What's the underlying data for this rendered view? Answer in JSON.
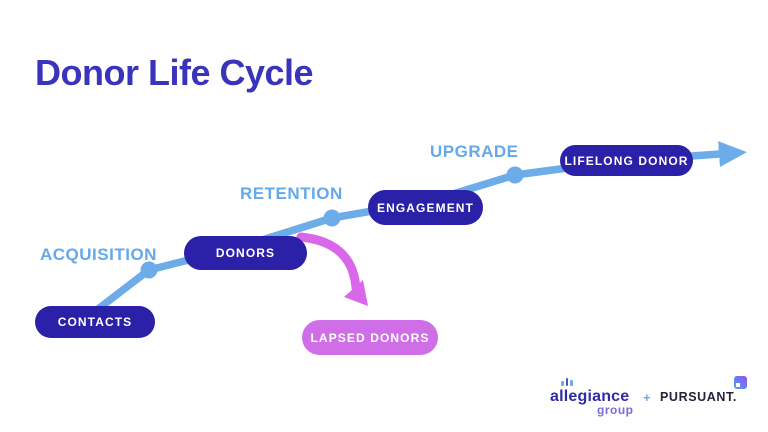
{
  "title": "Donor Life Cycle",
  "colors": {
    "title": "#3a34bc",
    "stage_pill": "#2b21a8",
    "pill_text": "#ffffff",
    "flow_line": "#6cace9",
    "phase_label": "#64a9ea",
    "lapsed_pill": "#d06ee8",
    "lapsed_arrow": "#d967e9"
  },
  "flow": {
    "stages": [
      {
        "label": "CONTACTS"
      },
      {
        "label": "DONORS"
      },
      {
        "label": "ENGAGEMENT"
      },
      {
        "label": "LIFELONG DONOR"
      }
    ],
    "phases": [
      {
        "label": "ACQUISITION"
      },
      {
        "label": "RETENTION"
      },
      {
        "label": "UPGRADE"
      }
    ],
    "branch": {
      "label": "LAPSED DONORS"
    }
  },
  "footer": {
    "allegiance": "allegiance",
    "allegiance_sub": "group",
    "separator": "+",
    "pursuant": "PURSUANT."
  }
}
